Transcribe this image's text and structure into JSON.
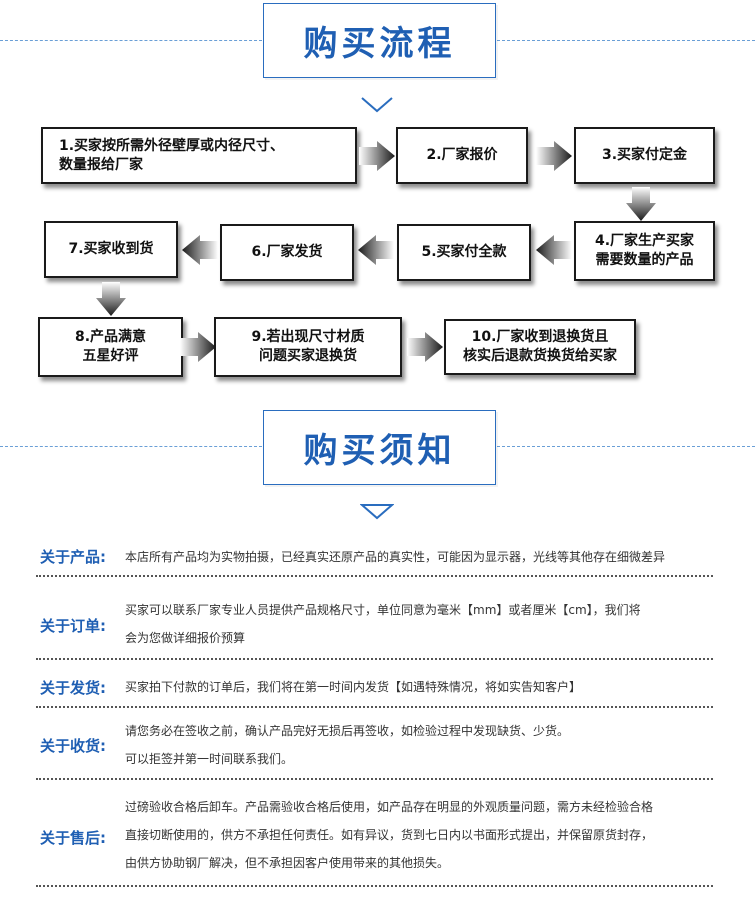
{
  "flow_section": {
    "title": "购买流程"
  },
  "flow_steps": [
    "1.买家按所需外径壁厚或内径尺寸、\n数量报给厂家",
    "2.厂家报价",
    "3.买家付定金",
    "4.厂家生产买家\n需要数量的产品",
    "5.买家付全款",
    "6.厂家发货",
    "7.买家收到货",
    "8.产品满意\n五星好评",
    "9.若出现尺寸材质\n问题买家退换货",
    "10.厂家收到退换货且\n核实后退款货换货给买家"
  ],
  "notice_section": {
    "title": "购买须知"
  },
  "notices": [
    {
      "label": "关于产品:",
      "text": "本店所有产品均为实物拍摄，已经真实还原产品的真实性，可能因为显示器，光线等其他存在细微差异"
    },
    {
      "label": "关于订单:",
      "text": "买家可以联系厂家专业人员提供产品规格尺寸，单位同意为毫米【mm】或者厘米【cm】，我们将\n会为您做详细报价预算"
    },
    {
      "label": "关于发货:",
      "text": "买家拍下付款的订单后，我们将在第一时间内发货【如遇特殊情况，将如实告知客户】"
    },
    {
      "label": "关于收货:",
      "text": "请您务必在签收之前，确认产品完好无损后再签收，如检验过程中发现缺货、少货。\n可以拒签并第一时间联系我们。"
    },
    {
      "label": "关于售后:",
      "text": "过磅验收合格后卸车。产品需验收合格后使用，如产品存在明显的外观质量问题，需方未经检验合格\n直接切断使用的，供方不承担任何责任。如有异议，货到七日内以书面形式提出，并保留原货封存，\n由供方协助钢厂解决，但不承担因客户使用带来的其他损失。"
    }
  ],
  "colors": {
    "accent": "#1f5fb3",
    "border": "#1a1a1a"
  },
  "icons": {
    "flow_arrow": "gradient-arrow-icon",
    "section_chevron": "chevron-down-icon"
  }
}
